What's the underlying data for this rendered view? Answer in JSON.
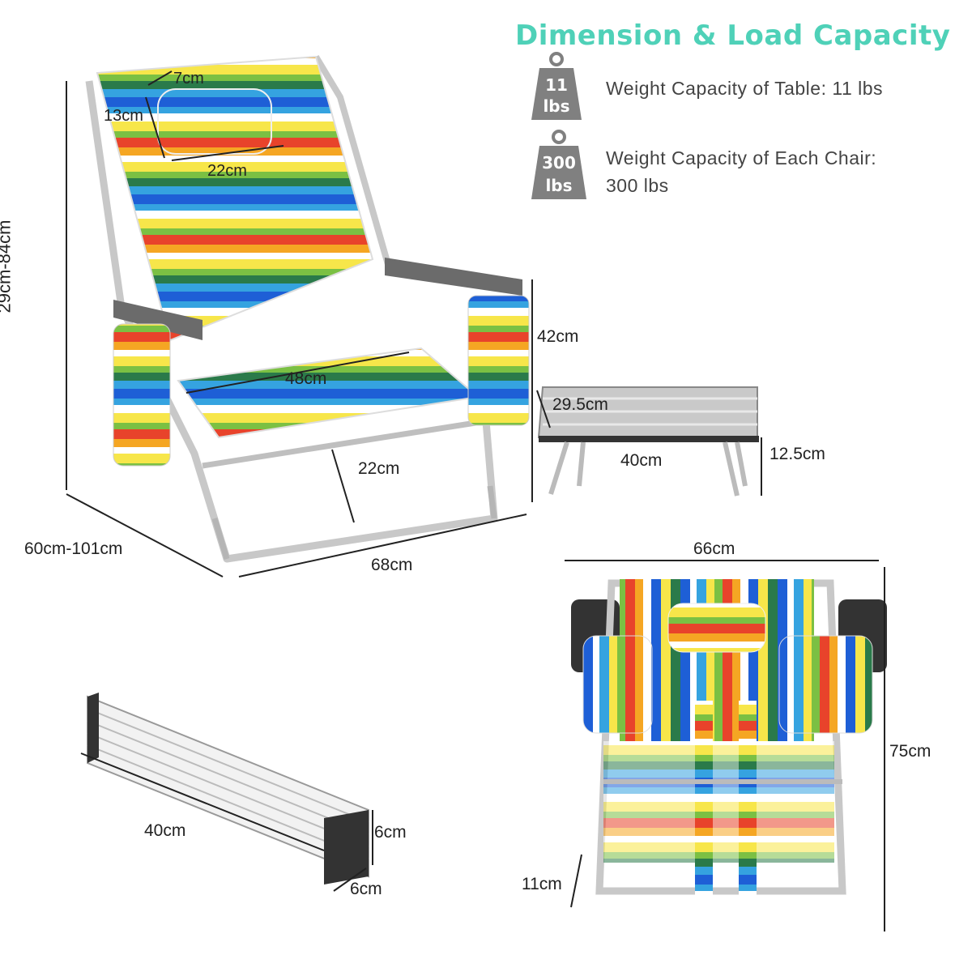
{
  "header": {
    "title": "Dimension & Load Capacity"
  },
  "capacities": [
    {
      "weight_label": [
        "11",
        "lbs"
      ],
      "text": [
        "Weight Capacity of Table: 11 lbs"
      ]
    },
    {
      "weight_label": [
        "300",
        "lbs"
      ],
      "text": [
        "Weight Capacity of Each Chair:",
        "300 lbs"
      ]
    }
  ],
  "chair": {
    "height": "29cm-84cm",
    "depth": "60cm-101cm",
    "width": "68cm",
    "armrest_height": "42cm",
    "seat_width": "48cm",
    "seat_height": "22cm",
    "pillow_depth": "7cm",
    "pillow_height": "13cm",
    "pillow_width": "22cm"
  },
  "table": {
    "depth": "29.5cm",
    "width": "40cm",
    "height": "12.5cm"
  },
  "folded_table": {
    "length": "40cm",
    "height": "6cm",
    "depth": "6cm"
  },
  "folded_chair": {
    "width": "66cm",
    "height": "75cm",
    "thickness": "11cm"
  },
  "colors": {
    "accent": "#4fd1b8",
    "weight_icon": "#808080",
    "stripes": [
      "#1e5fd6",
      "#35a3e0",
      "#f7e64a",
      "#f5a623",
      "#e8432b",
      "#7bc043",
      "#ffffff",
      "#2a7a4a"
    ]
  }
}
